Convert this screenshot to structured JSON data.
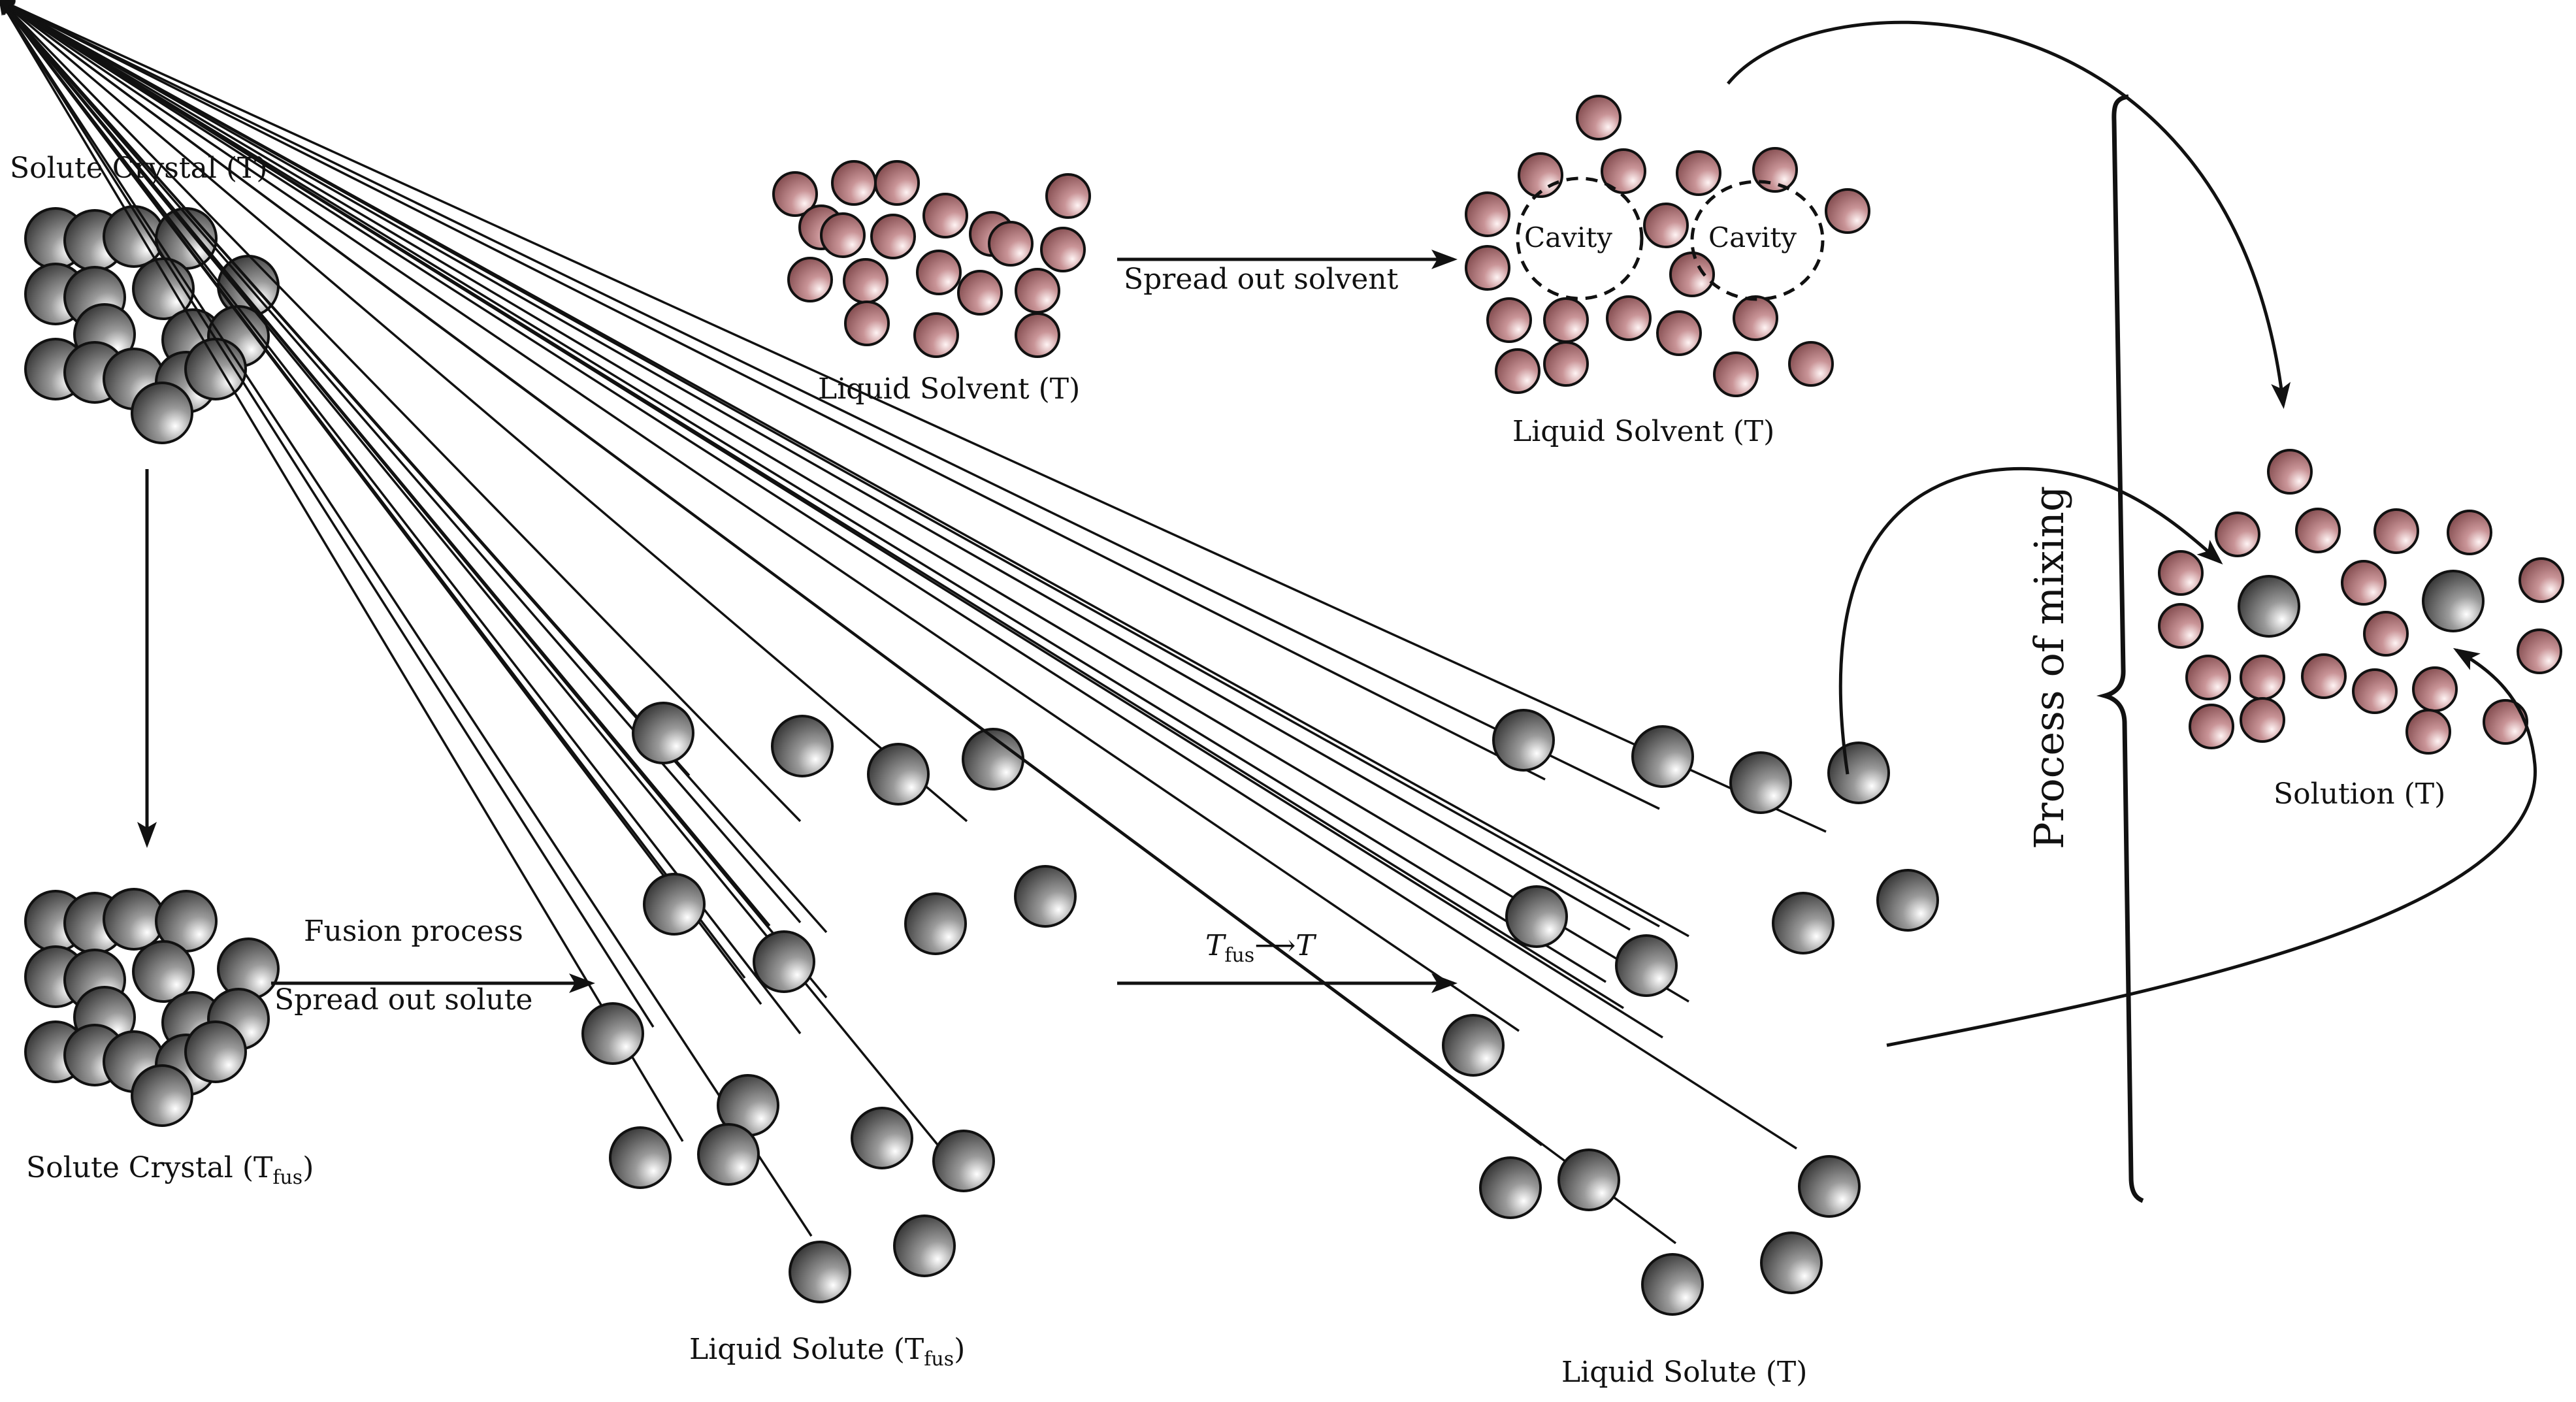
{
  "labels": {
    "solute_crystal_T": "Solute Crystal (T)",
    "solute_crystal_Tfus": "Solute Crystal (T",
    "tfus_sub": "fus",
    "close_paren": ")",
    "liquid_solvent_T_1": "Liquid Solvent (T)",
    "liquid_solvent_T_2": "Liquid Solvent (T)",
    "liquid_solute_Tfus": "Liquid Solute (T",
    "liquid_solute_T": "Liquid Solute (T)",
    "solution_T": "Solution (T)",
    "spread_out_solvent": "Spread out solvent",
    "fusion_process": "Fusion process",
    "spread_out_solute": "Spread out solute",
    "t_arrow_T_pre": "T",
    "t_arrow_T_post": "⟶T",
    "cavity_1": "Cavity",
    "cavity_2": "Cavity",
    "process_of_mixing": "Process of mixing"
  },
  "colors": {
    "solute_particle": "#4a4a4a",
    "solvent_particle": "#9b5f62",
    "ink": "#111111"
  }
}
